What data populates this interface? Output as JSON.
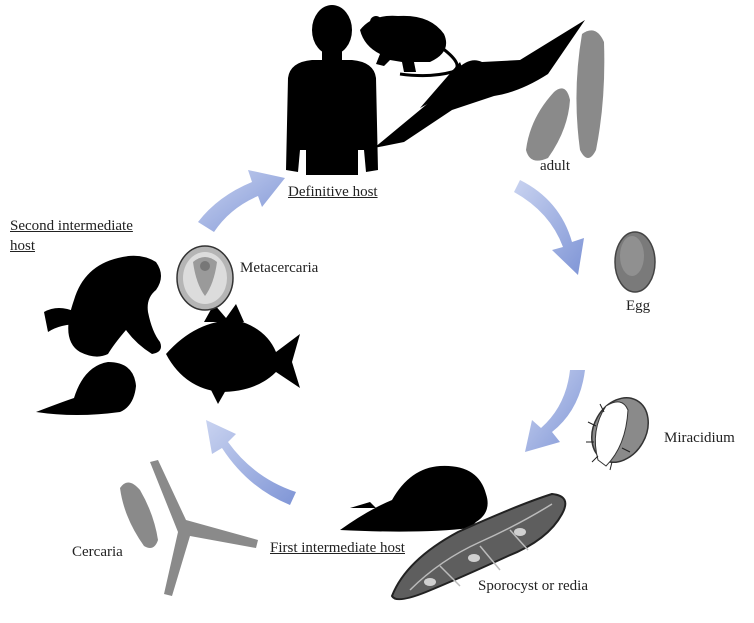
{
  "labels": {
    "definitive_host": "Definitive host",
    "adult": "adult",
    "egg": "Egg",
    "miracidium": "Miracidium",
    "sporocyst": "Sporocyst or redia",
    "first_host": "First intermediate host",
    "cercaria": "Cercaria",
    "second_host_line1": "Second intermediate",
    "second_host_line2": "host",
    "metacercaria": "Metacercaria"
  },
  "colors": {
    "arrow": "#8fa3dc",
    "silhouette": "#000000",
    "parasite_gray": "#8a8a8a",
    "egg_gray": "#7a7a7a"
  }
}
